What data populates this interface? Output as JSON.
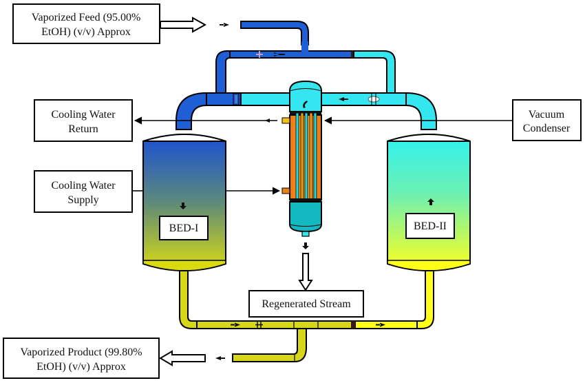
{
  "diagram": {
    "title": "Ethanol dehydration PSA with vacuum regeneration",
    "colors": {
      "feed_pipe": "#1f5fd6",
      "regen_pipe": "#33e6f0",
      "product_pipe": "#d6d61a",
      "bed1_top": "#1a4fd6",
      "bed1_bottom": "#dada10",
      "bed2_top": "#2ef2f2",
      "bed2_bottom": "#ffff1a",
      "tube_hot": "#f59a1a",
      "tube_cold": "#2ad6e6",
      "condenser_bottom": "#14b8c0"
    },
    "labels": {
      "feed": [
        "Vaporized Feed (95.00%",
        "EtOH) (v/v) Approx"
      ],
      "cw_return": [
        "Cooling Water",
        "Return"
      ],
      "cw_supply": [
        "Cooling Water",
        "Supply"
      ],
      "vacuum": [
        "Vacuum",
        "Condenser"
      ],
      "bed1": "BED-I",
      "bed2": "BED-II",
      "regen": "Regenerated Stream",
      "product": [
        "Vaporized Product (99.80%",
        "EtOH) (v/v) Approx"
      ]
    }
  }
}
